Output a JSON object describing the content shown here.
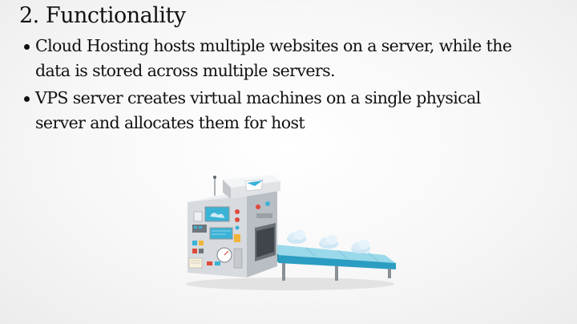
{
  "slide": {
    "title": "2. Functionality",
    "bullets": [
      {
        "line1": "Cloud Hosting hosts multiple websites on a server, while the",
        "line2": "data is stored across multiple servers."
      },
      {
        "line1": "VPS server creates virtual machines on a single physical",
        "line2": "server and allocates them for host"
      }
    ]
  },
  "colors": {
    "background": "#f7f7f7",
    "text": "#111111",
    "conveyor": "#3bb3d6",
    "machine": "#d7dade",
    "cloud": "#cfe6f5"
  },
  "illustration": {
    "icon": "server-machine-conveyor-illustration"
  }
}
